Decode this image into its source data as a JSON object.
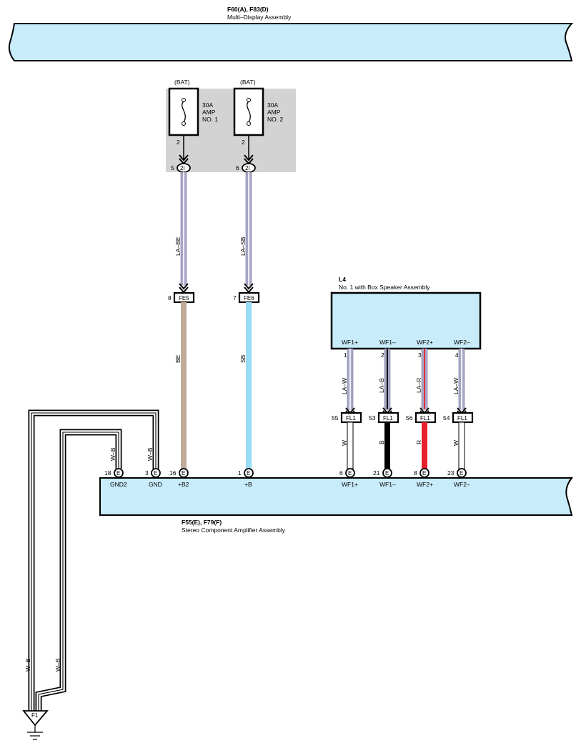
{
  "top_assembly": {
    "ref": "F60(A), F83(D)",
    "name": "Multi–Display Assembly"
  },
  "fuse_box": {
    "fuses": [
      {
        "source": "(BAT)",
        "rating": "30A",
        "type": "AMP",
        "number": "NO. 1",
        "terminal": "2",
        "connector_pin": "5",
        "connector": "2I"
      },
      {
        "source": "(BAT)",
        "rating": "30A",
        "type": "AMP",
        "number": "NO. 2",
        "terminal": "2",
        "connector_pin": "6",
        "connector": "2I"
      }
    ]
  },
  "fuse_wires": [
    {
      "upper_color": "LA–BE",
      "junction_pin": "8",
      "junction": "FE5",
      "lower_color": "BE",
      "amp_pin": "16",
      "amp_connector": "E",
      "amp_terminal": "+B2"
    },
    {
      "upper_color": "LA–SB",
      "junction_pin": "7",
      "junction": "FE6",
      "lower_color": "SB",
      "amp_pin": "1",
      "amp_connector": "E",
      "amp_terminal": "+B"
    }
  ],
  "speaker": {
    "ref": "L4",
    "name": "No.  1 with Box Speaker Assembly",
    "terminals": [
      {
        "label": "WF1+",
        "pin": "1",
        "upper_color": "LA–W",
        "junction_pin": "55",
        "junction": "FL1",
        "lower_color": "W",
        "amp_pin": "6",
        "amp_connector": "E",
        "amp_terminal": "WF1+"
      },
      {
        "label": "WF1–",
        "pin": "2",
        "upper_color": "LA–B",
        "junction_pin": "53",
        "junction": "FL1",
        "lower_color": "B",
        "amp_pin": "21",
        "amp_connector": "E",
        "amp_terminal": "WF1–"
      },
      {
        "label": "WF2+",
        "pin": "3",
        "upper_color": "LA–R",
        "junction_pin": "56",
        "junction": "FL1",
        "lower_color": "R",
        "amp_pin": "8",
        "amp_connector": "E",
        "amp_terminal": "WF2+"
      },
      {
        "label": "WF2–",
        "pin": "4",
        "upper_color": "LA–W",
        "junction_pin": "54",
        "junction": "FL1",
        "lower_color": "W",
        "amp_pin": "23",
        "amp_connector": "E",
        "amp_terminal": "WF2–"
      }
    ]
  },
  "ground_wires": [
    {
      "amp_pin": "18",
      "amp_connector": "E",
      "amp_terminal": "GND2",
      "vertical_color": "W–B",
      "ground_color": "W–B"
    },
    {
      "amp_pin": "3",
      "amp_connector": "E",
      "amp_terminal": "GND",
      "vertical_color": "W–B",
      "ground_color": "W–B"
    }
  ],
  "ground_point": {
    "label": "F1"
  },
  "amplifier": {
    "ref": "F55(E), F79(F)",
    "name": "Stereo Component Amplifier Assembly"
  },
  "colors": {
    "component_fill": "#c8ecfa",
    "fuse_box_bg": "#d3d3d3",
    "wire_la": "#a8a8c8",
    "wire_beige": "#bfab98",
    "wire_sky_blue": "#99dcf5",
    "wire_black": "#000000",
    "wire_red": "#e8202a",
    "wire_white": "#ffffff",
    "wire_red_stripe": "#e8202a",
    "wire_black_stripe": "#000000"
  }
}
